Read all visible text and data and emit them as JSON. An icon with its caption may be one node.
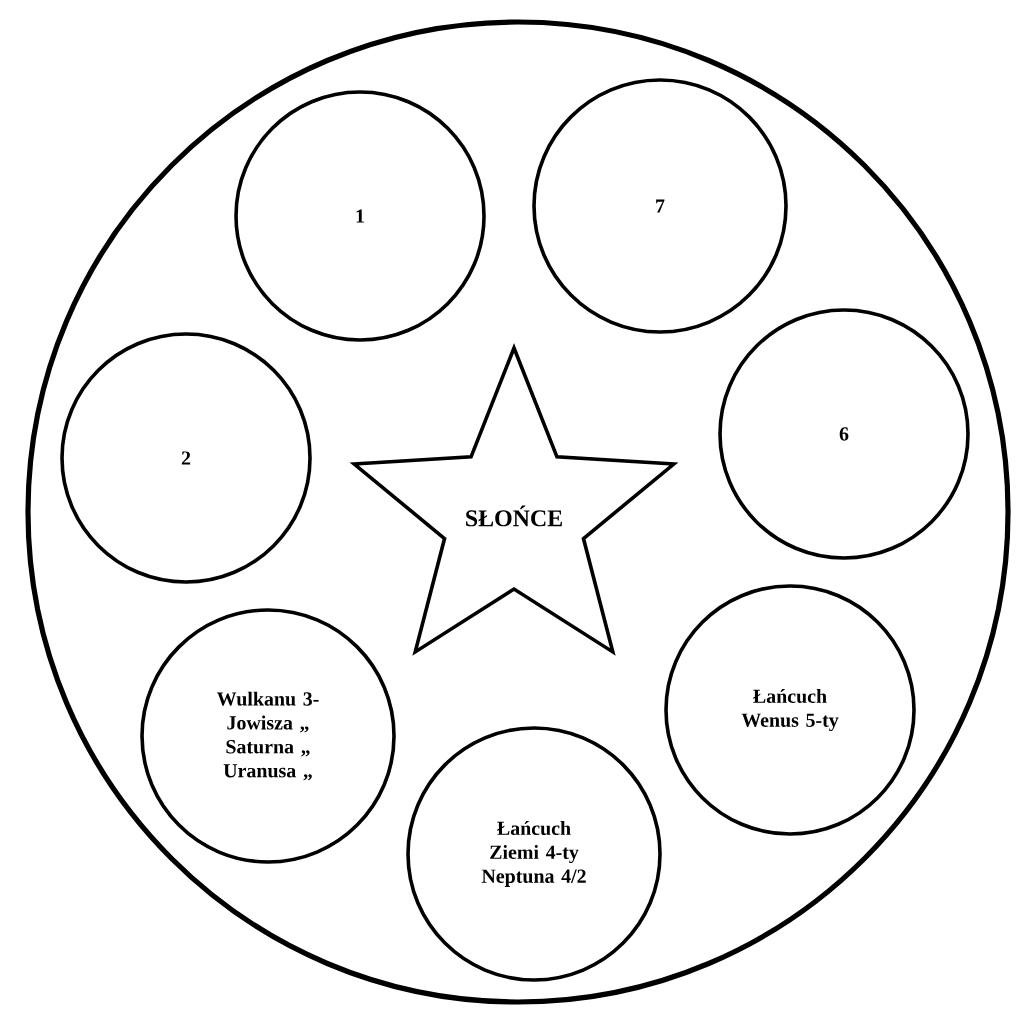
{
  "diagram": {
    "nodes": [
      {
        "text": [],
        "shape": "circle"
      },
      {
        "text": [
          "1"
        ],
        "in": 0
      },
      {
        "text": [
          "7"
        ],
        "in": 0
      },
      {
        "text": [
          "2"
        ],
        "in": 0
      },
      {
        "text": [
          "SŁOŃCE"
        ],
        "in": 0
      },
      {
        "text": [
          "6"
        ],
        "in": 0
      },
      {
        "text": [
          "Wulkanu 3- Jowisza „ Saturna „ Uranusa „"
        ],
        "in": 0
      },
      {
        "text": [
          "Łańcuch Wenus 5-ty"
        ],
        "in": 0
      },
      {
        "text": [
          "Łańcuch Ziemi 4-ty Neptuna 4/2"
        ],
        "in": 0
      }
    ]
  }
}
